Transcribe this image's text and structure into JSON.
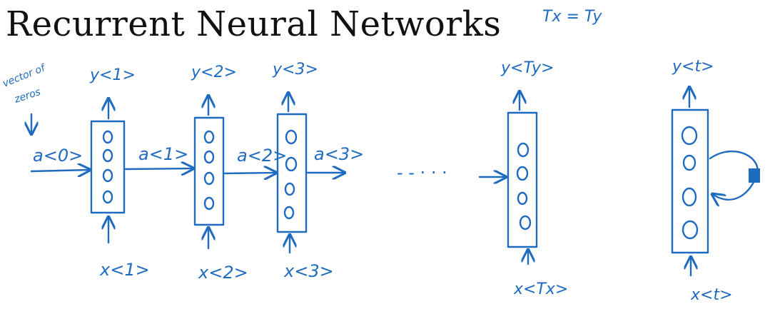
{
  "title": "Recurrent Neural Networks",
  "colors": {
    "ink": "#1f6bc0",
    "title": "#111111",
    "background": "#ffffff"
  },
  "note": {
    "text": "Tx = Ty"
  },
  "initial_annotation": {
    "text_line1": "vector of",
    "text_line2": "zeros"
  },
  "a0_label": "a<0>",
  "cells": [
    {
      "output_label": "y<1>",
      "input_label": "x<1>",
      "activation_label": "a<1>"
    },
    {
      "output_label": "y<2>",
      "input_label": "x<2>",
      "activation_label": "a<2>"
    },
    {
      "output_label": "y<3>",
      "input_label": "x<3>",
      "activation_label": "a<3>"
    },
    {
      "output_label": "y<Ty>",
      "input_label": "x<Tx>"
    }
  ],
  "ellipsis": "- - · · ·",
  "rolled_cell": {
    "output_label": "y<t>",
    "input_label": "x<t>"
  }
}
